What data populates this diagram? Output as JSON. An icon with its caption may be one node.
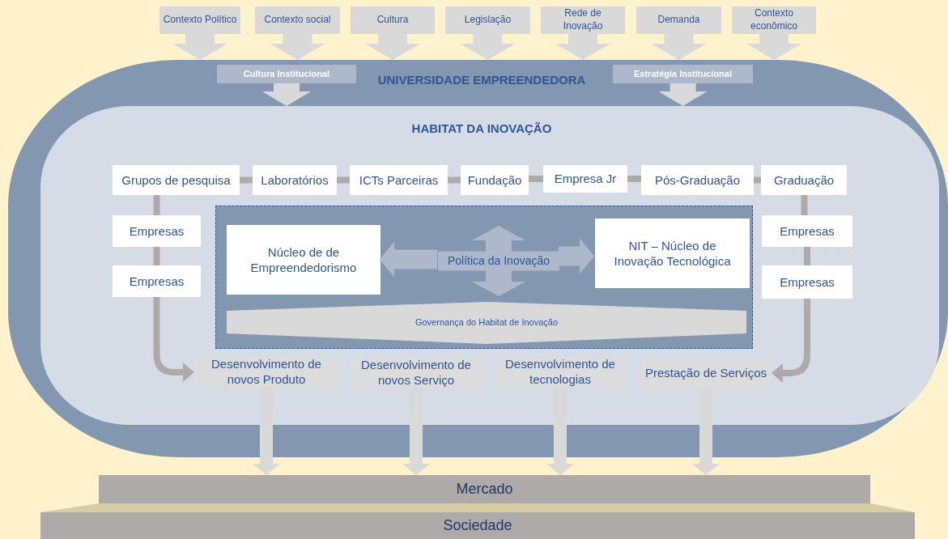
{
  "diagram": {
    "nodes": [
      {
        "text": [
          "Contexto Político"
        ]
      },
      {
        "text": [
          "Contexto social"
        ]
      },
      {
        "text": [
          "Cultura"
        ]
      },
      {
        "text": [
          "Legislação"
        ]
      },
      {
        "text": [
          "Rede de Inovação"
        ]
      },
      {
        "text": [
          "Demanda"
        ]
      },
      {
        "text": [
          "Contexto econômico"
        ]
      },
      {
        "text": [
          "UNIVERSIDADE EMPREENDEDORA"
        ]
      },
      {
        "text": [
          "Cultura Institucional"
        ],
        "in": 7
      },
      {
        "text": [
          "Estratégia Institucional"
        ],
        "in": 7
      },
      {
        "text": [
          "HABITAT DA INOVAÇÃO"
        ],
        "in": 7
      },
      {
        "text": [
          "Grupos de pesquisa"
        ],
        "in": 10
      },
      {
        "text": [
          "Laboratórios"
        ],
        "in": 10
      },
      {
        "text": [
          "ICTs Parceiras"
        ],
        "in": 10
      },
      {
        "text": [
          "Fundação"
        ],
        "in": 10
      },
      {
        "text": [
          "Empresa Jr"
        ],
        "in": 10
      },
      {
        "text": [
          "Pós-Graduação"
        ],
        "in": 10
      },
      {
        "text": [
          "Graduação"
        ],
        "in": 10
      },
      {
        "text": [
          "Empresas"
        ],
        "in": 10
      },
      {
        "text": [
          "Empresas"
        ],
        "in": 10
      },
      {
        "text": [],
        "shape": "box",
        "in": 10
      },
      {
        "text": [
          "Núcleo de de Empreendedorismo"
        ],
        "in": 20
      },
      {
        "text": [
          "NIT – Núcleo de Inovação Tecnológica"
        ],
        "in": 20
      },
      {
        "text": [
          "Política da Inovação"
        ],
        "in": 20
      },
      {
        "text": [
          "Governança do Habitat de Inovação"
        ],
        "in": 20
      },
      {
        "text": [
          "Empresas"
        ],
        "in": 10
      },
      {
        "text": [
          "Empresas"
        ],
        "in": 10
      },
      {
        "text": [
          "Desenvolvimento de novos Produto"
        ],
        "in": 10
      },
      {
        "text": [
          "Desenvolvimento de novos Serviço"
        ],
        "in": 10
      },
      {
        "text": [
          "Desenvolvimento de tecnologias"
        ],
        "in": 10
      },
      {
        "text": [
          "Prestação de Serviços"
        ],
        "in": 10
      },
      {
        "text": [
          "Mercado"
        ]
      },
      {
        "text": [
          "Sociedade"
        ]
      }
    ],
    "edges": [
      {
        "from": 0,
        "to": 7,
        "arrow": "to",
        "style": "thick"
      },
      {
        "from": 1,
        "to": 7,
        "arrow": "to",
        "style": "thick"
      },
      {
        "from": 2,
        "to": 7,
        "arrow": "to",
        "style": "thick"
      },
      {
        "from": 3,
        "to": 7,
        "arrow": "to",
        "style": "thick"
      },
      {
        "from": 4,
        "to": 7,
        "arrow": "to",
        "style": "thick"
      },
      {
        "from": 5,
        "to": 7,
        "arrow": "to",
        "style": "thick"
      },
      {
        "from": 6,
        "to": 7,
        "arrow": "to",
        "style": "thick"
      },
      {
        "from": 8,
        "to": 10,
        "arrow": "to",
        "style": "thick"
      },
      {
        "from": 9,
        "to": 10,
        "arrow": "to",
        "style": "thick"
      },
      {
        "from": 11,
        "to": 12,
        "arrow": "none"
      },
      {
        "from": 12,
        "to": 13,
        "arrow": "none"
      },
      {
        "from": 13,
        "to": 14,
        "arrow": "none"
      },
      {
        "from": 14,
        "to": 15,
        "arrow": "none"
      },
      {
        "from": 15,
        "to": 16,
        "arrow": "none"
      },
      {
        "from": 16,
        "to": 17,
        "arrow": "none"
      },
      {
        "from": 11,
        "to": 18,
        "arrow": "none"
      },
      {
        "from": 18,
        "to": 19,
        "arrow": "none"
      },
      {
        "from": 19,
        "to": 27,
        "arrow": "to"
      },
      {
        "from": 17,
        "to": 25,
        "arrow": "none"
      },
      {
        "from": 25,
        "to": 26,
        "arrow": "none"
      },
      {
        "from": 26,
        "to": 30,
        "arrow": "to"
      },
      {
        "from": 23,
        "to": 21,
        "arrow": "to"
      },
      {
        "from": 23,
        "to": 22,
        "arrow": "to"
      },
      {
        "from": 27,
        "to": 31,
        "arrow": "to"
      },
      {
        "from": 28,
        "to": 31,
        "arrow": "to"
      },
      {
        "from": 29,
        "to": 31,
        "arrow": "to"
      },
      {
        "from": 30,
        "to": 31,
        "arrow": "to"
      }
    ]
  }
}
